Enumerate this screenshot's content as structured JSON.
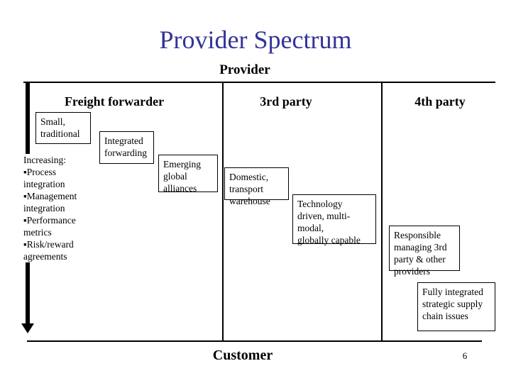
{
  "slide": {
    "title": "Provider Spectrum",
    "title_color": "#333399",
    "page_number": "6"
  },
  "spectrum": {
    "top_label": "Provider",
    "bottom_label": "Customer",
    "columns": [
      {
        "label": "Freight forwarder"
      },
      {
        "label": "3rd party"
      },
      {
        "label": "4th party"
      }
    ],
    "increasing_note": "Increasing:\n▪Process\nintegration\n▪Management\nintegration\n▪Performance\nmetrics\n▪Risk/reward\nagreements",
    "boxes": [
      {
        "id": "small-traditional",
        "text": "Small,\ntraditional"
      },
      {
        "id": "integrated-forwarding",
        "text": "Integrated\nforwarding"
      },
      {
        "id": "emerging-global-alliances",
        "text": "Emerging\nglobal\nalliances"
      },
      {
        "id": "domestic-transport-warehouse",
        "text": "Domestic,\ntransport\nwarehouse"
      },
      {
        "id": "technology-driven",
        "text": "Technology\ndriven, multi-\nmodal,\nglobally capable"
      },
      {
        "id": "responsible-managing",
        "text": "Responsible\nmanaging 3rd\nparty & other\nproviders"
      },
      {
        "id": "fully-integrated",
        "text": "Fully integrated\nstrategic supply\nchain issues"
      }
    ]
  }
}
